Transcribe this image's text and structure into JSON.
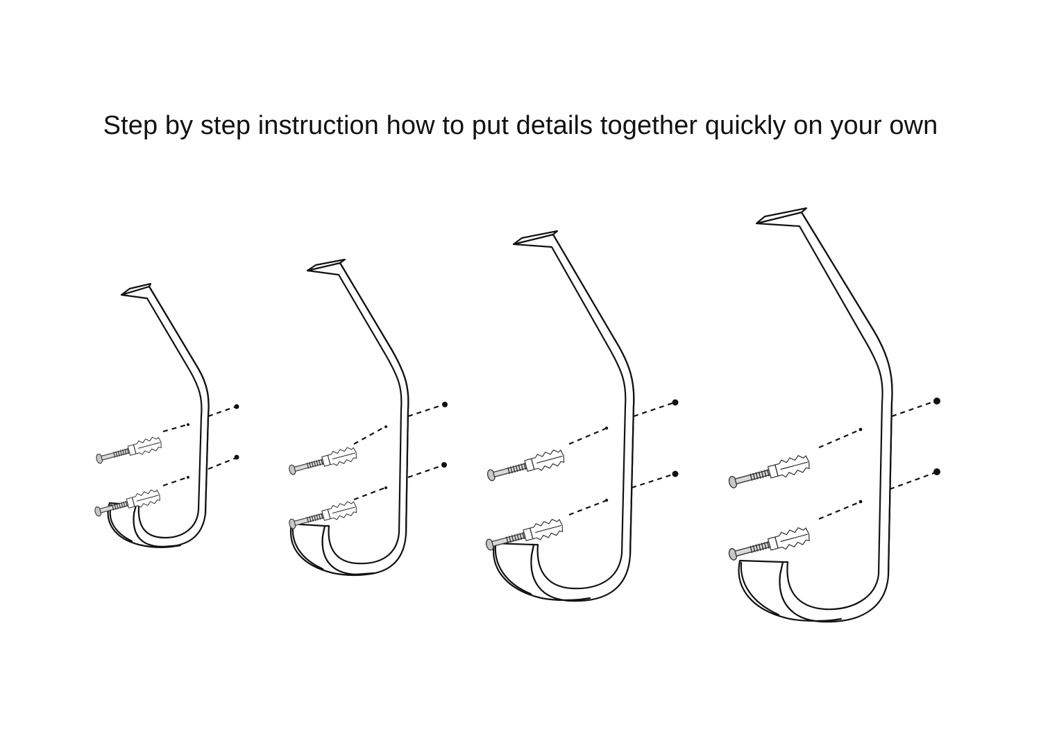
{
  "header": {
    "title": "Step by step instruction how to put details together quickly on your own"
  },
  "diagram": {
    "hook_count": 4,
    "screws_per_hook": 2,
    "icons": [
      "hook-icon",
      "screw-icon",
      "wall-anchor-icon",
      "drill-hole-icon"
    ],
    "colors": {
      "ink": "#111111",
      "screw": "#c7c7c7",
      "background": "#ffffff"
    }
  }
}
